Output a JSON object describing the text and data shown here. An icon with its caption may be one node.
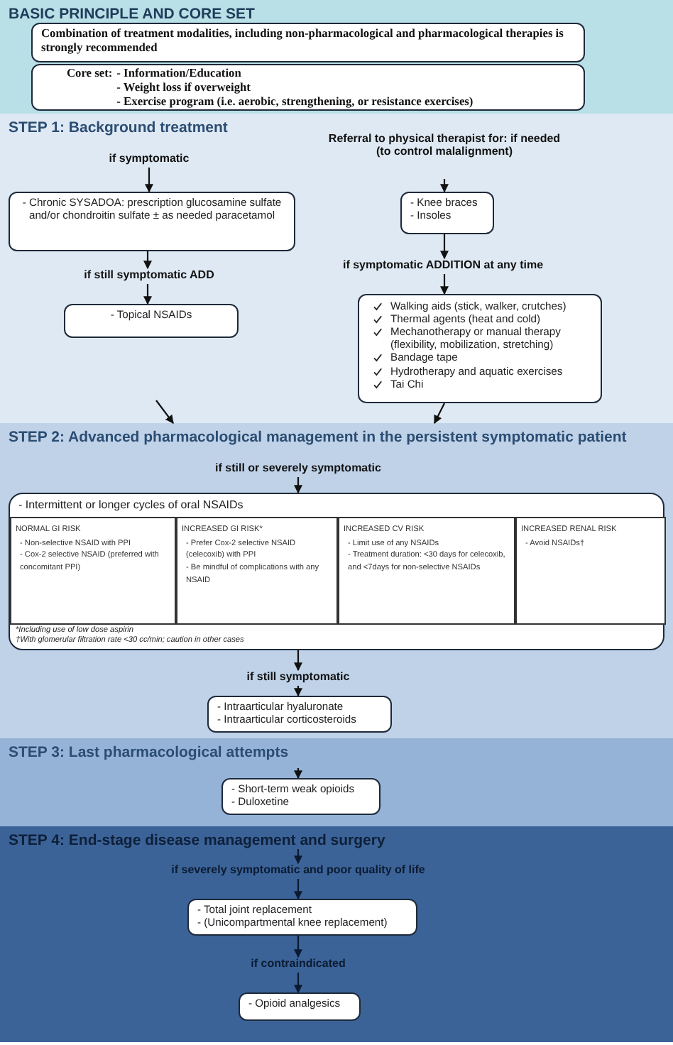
{
  "diagram": {
    "nodes": [
      {
        "text": [
          "BASIC PRINCIPLE AND CORE SET"
        ]
      },
      {
        "text": [
          "Combination of treatment modalities, including non-pharmacological and pharmacological therapies is strongly recommended"
        ],
        "in": 0
      },
      {
        "text": [
          "Core set:",
          "- Information/Education",
          "- Weight loss if overweight",
          "- Exercise program (i.e. aerobic, strengthening, or resistance exercises)"
        ],
        "in": 0
      },
      {
        "text": [
          "STEP 1: Background treatment"
        ]
      },
      {
        "text": [
          "if symptomatic"
        ],
        "in": 3
      },
      {
        "text": [
          "Referral to physical therapist for: if needed (to control malalignment)"
        ],
        "in": 3
      },
      {
        "text": [
          "- Chronic SYSADOA: prescription glucosamine sulfate and/or chondroitin sulfate ± as needed paracetamol"
        ],
        "in": 3
      },
      {
        "text": [
          "if still symptomatic ADD"
        ],
        "in": 3
      },
      {
        "text": [
          "- Topical NSAIDs"
        ],
        "in": 3
      },
      {
        "text": [
          "- Knee braces",
          "- Insoles"
        ],
        "in": 3
      },
      {
        "text": [
          "if symptomatic ADDITION at any time"
        ],
        "in": 3
      },
      {
        "text": [
          "Walking aids (stick, walker, crutches)",
          "Thermal agents (heat and cold)",
          "Mechanotherapy or manual therapy (flexibility, mobilization, stretching)",
          "Bandage tape",
          "Hydrotherapy and aquatic exercises",
          "Tai Chi"
        ],
        "in": 3
      },
      {
        "text": [
          "STEP 2: Advanced pharmacological management in the persistent symptomatic patient"
        ]
      },
      {
        "text": [
          "if still or severely symptomatic"
        ],
        "in": 12
      },
      {
        "text": [
          "- Intermittent or longer cycles of oral NSAIDs",
          "*Including use of low dose aspirin",
          "†With glomerular filtration rate <30 cc/min; caution in other cases"
        ],
        "in": 12
      },
      {
        "text": [
          "NORMAL GI RISK",
          "- Non-selective NSAID with PPI",
          "- Cox-2 selective NSAID (preferred with concomitant PPI)"
        ],
        "in": 14
      },
      {
        "text": [
          "INCREASED GI RISK*",
          "- Prefer Cox-2 selective NSAID (celecoxib) with PPI",
          "- Be mindful of complications with any NSAID"
        ],
        "in": 14
      },
      {
        "text": [
          "INCREASED CV RISK",
          "- Limit use of any NSAIDs",
          "- Treatment duration: <30 days for celecoxib, and <7days for non-selective NSAIDs"
        ],
        "in": 14
      },
      {
        "text": [
          "INCREASED RENAL RISK",
          "- Avoid NSAIDs†"
        ],
        "in": 14
      },
      {
        "text": [
          "if still symptomatic"
        ],
        "in": 12
      },
      {
        "text": [
          "- Intraarticular hyaluronate",
          "- Intraarticular corticosteroids"
        ],
        "in": 12
      },
      {
        "text": [
          "STEP 3: Last pharmacological attempts"
        ]
      },
      {
        "text": [
          "- Short-term weak opioids",
          "- Duloxetine"
        ],
        "in": 21
      },
      {
        "text": [
          "STEP 4: End-stage disease management and surgery"
        ]
      },
      {
        "text": [
          "if severely symptomatic and poor quality of life"
        ],
        "in": 23
      },
      {
        "text": [
          "- Total joint replacement",
          "- (Unicompartmental knee replacement)"
        ],
        "in": 23
      },
      {
        "text": [
          "if contraindicated"
        ],
        "in": 23
      },
      {
        "text": [
          "- Opioid analgesics"
        ],
        "in": 23
      }
    ],
    "edges": [
      {
        "from": 4,
        "to": 6,
        "arrow": "to"
      },
      {
        "from": 6,
        "to": 7,
        "arrow": "to"
      },
      {
        "from": 7,
        "to": 8,
        "arrow": "to"
      },
      {
        "from": 5,
        "to": 9,
        "arrow": "to"
      },
      {
        "from": 9,
        "to": 10,
        "arrow": "to"
      },
      {
        "from": 10,
        "to": 11,
        "arrow": "to"
      },
      {
        "from": null,
        "to": 12,
        "arrow": "to"
      },
      {
        "from": 11,
        "to": 12,
        "arrow": "to"
      },
      {
        "from": 13,
        "to": 14,
        "arrow": "to"
      },
      {
        "from": 14,
        "to": 19,
        "arrow": "to"
      },
      {
        "from": 19,
        "to": 20,
        "arrow": "to"
      },
      {
        "from": null,
        "to": 22,
        "arrow": "to"
      },
      {
        "from": null,
        "to": 24,
        "arrow": "to"
      },
      {
        "from": 24,
        "to": 25,
        "arrow": "to"
      },
      {
        "from": 25,
        "to": 26,
        "arrow": "to"
      },
      {
        "from": 26,
        "to": 27,
        "arrow": "to"
      }
    ]
  }
}
